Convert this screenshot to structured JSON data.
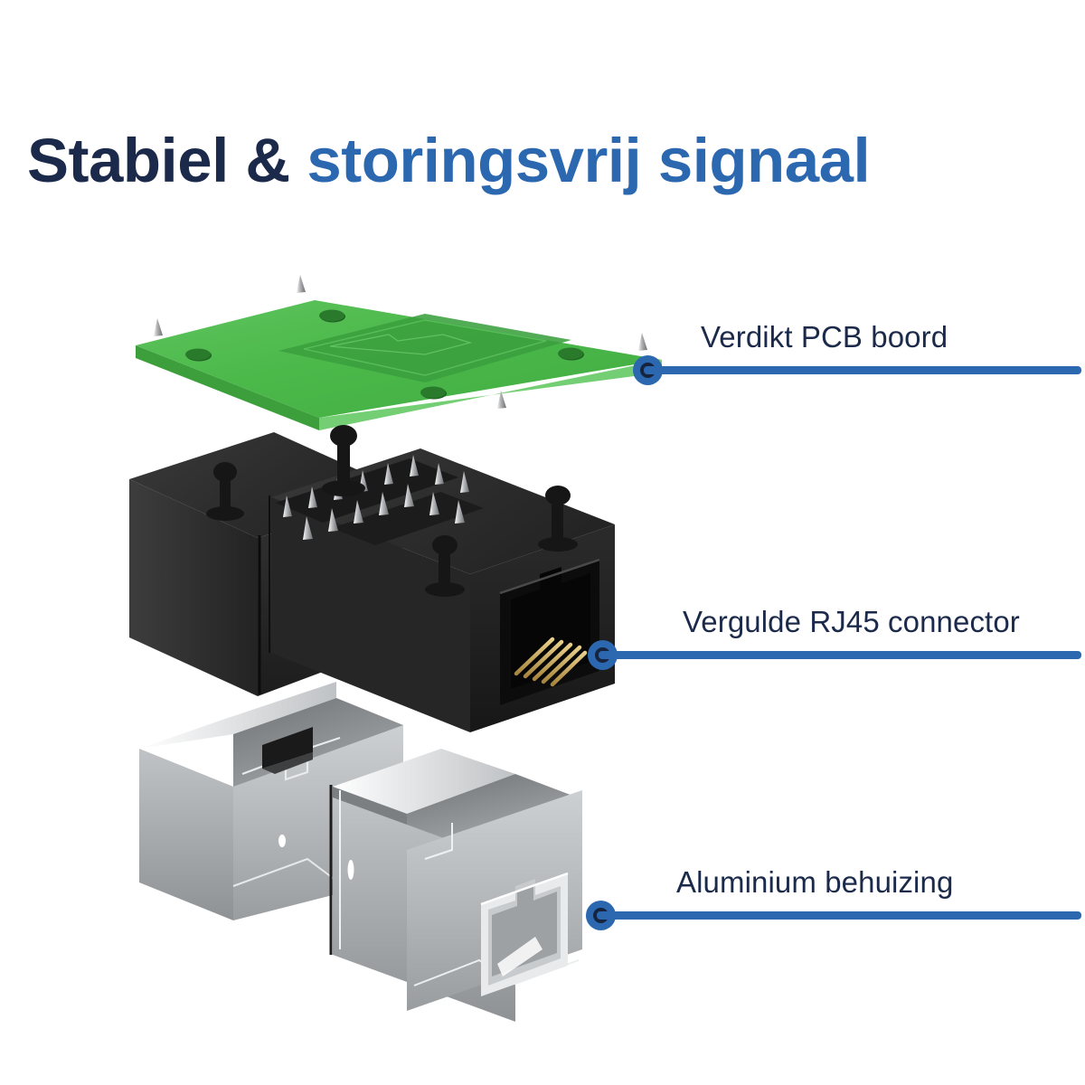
{
  "headline": {
    "segment_dark": "Stabiel & ",
    "segment_blue": "storingsvrij signaal",
    "color_dark": "#1b2a4a",
    "color_blue": "#2b68b0"
  },
  "diagram": {
    "type": "exploded-assembly",
    "background": "#ffffff",
    "parts": [
      {
        "id": "pcb-board",
        "name": "Verdikt PCB boord",
        "color": "#4cb94c",
        "description": "Groene printplaat met doorvoergaten en zilveren pennen"
      },
      {
        "id": "rj45-connector",
        "name": "Vergulde RJ45 connector",
        "color": "#1c1c1c",
        "description": "Zwart kunststof RJ45 doorvoerblok met vergulde contacten"
      },
      {
        "id": "aluminium-housing",
        "name": "Aluminium behuizing",
        "color": "#b9bbbd",
        "description": "Metalen afgeschermde behuizing in twee helften"
      }
    ]
  },
  "callouts": [
    {
      "id": "callout-pcb",
      "label": "Verdikt PCB boord",
      "marker_color": "#2b68b0",
      "marker_core_color": "#16243f",
      "line_color": "#2b68b0"
    },
    {
      "id": "callout-rj45",
      "label": "Vergulde RJ45 connector",
      "marker_color": "#2b68b0",
      "marker_core_color": "#16243f",
      "line_color": "#2b68b0"
    },
    {
      "id": "callout-aluminium",
      "label": "Aluminium behuizing",
      "marker_color": "#2b68b0",
      "marker_core_color": "#16243f",
      "line_color": "#2b68b0"
    }
  ]
}
